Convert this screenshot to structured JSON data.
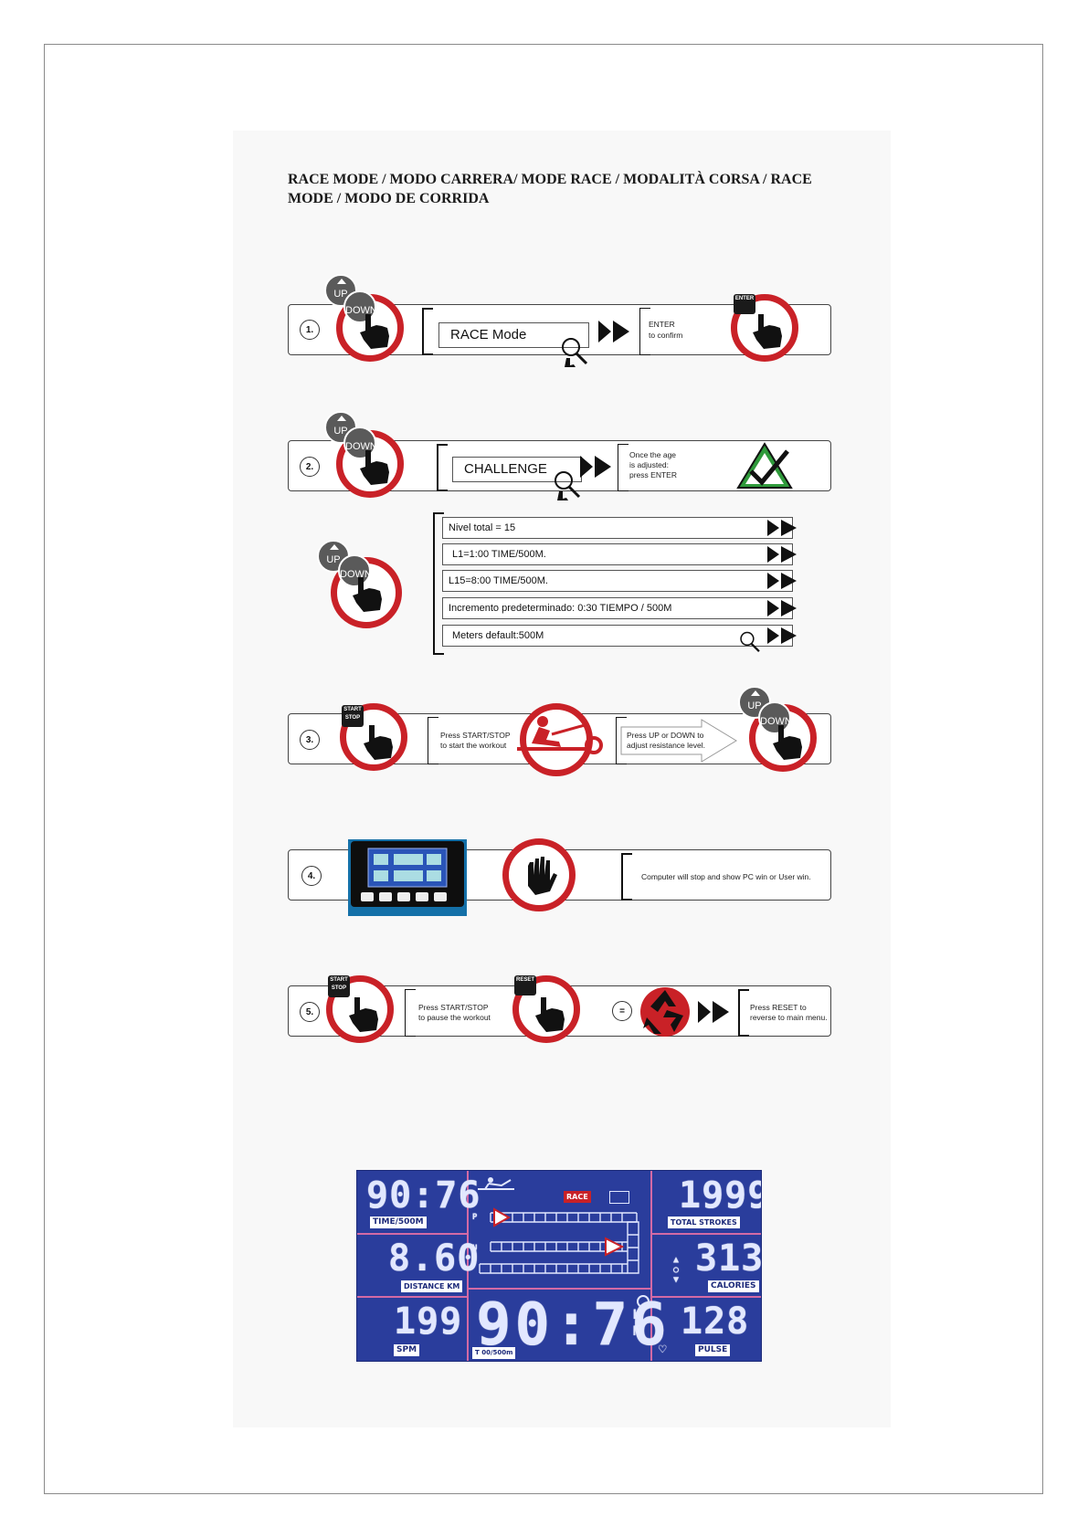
{
  "title": "RACE MODE  / MODO  CARRERA/ MODE RACE / MODALITÀ CORSA / RACE MODE / MODO DE CORRIDA",
  "icons": {
    "up": "UP",
    "down": "DOWN",
    "enter": "ENTER",
    "start": "START",
    "stop": "STOP",
    "reset": "RESET"
  },
  "step1": {
    "num": "1.",
    "display": "RACE Mode",
    "note_line1": "ENTER",
    "note_line2": "to confirm"
  },
  "step2": {
    "num": "2.",
    "display": "CHALLENGE",
    "note_line1": "Once the age",
    "note_line2": "is adjusted:",
    "note_line3": "press ENTER",
    "list": [
      "Nivel total = 15",
      "L1=1:00 TIME/500M.",
      "L15=8:00 TIME/500M.",
      "Incremento predeterminado: 0:30 TIEMPO / 500M",
      "Meters default:500M"
    ]
  },
  "step3": {
    "num": "3.",
    "note_a1": "Press START/STOP",
    "note_a2": "to start the workout",
    "note_b1": "Press UP or DOWN to",
    "note_b2": "adjust resistance level."
  },
  "step4": {
    "num": "4.",
    "note": "Computer will stop and show PC win or User win."
  },
  "step5": {
    "num": "5.",
    "note_a1": "Press START/STOP",
    "note_a2": "to pause the workout",
    "note_b1": "Press RESET to",
    "note_b2": "reverse to main menu."
  },
  "lcd": {
    "time": "90:76",
    "time_label": "TIME/500M",
    "distance": "8.60",
    "distance_label": "DISTANCE KM",
    "spm": "199",
    "spm_label": "SPM",
    "big": "90:76",
    "unit1": "K",
    "unit2": "M",
    "big_label": "T 00/500m",
    "strokes": "1999",
    "strokes_label": "TOTAL STROKES",
    "calories": "313",
    "calories_label": "CALORIES",
    "pulse": "128",
    "pulse_label": "PULSE",
    "race_label": "RACE",
    "p_label": "P",
    "u_label": "U"
  },
  "colors": {
    "ring": "#c92127",
    "lcd_bg": "#2a3d9c",
    "divider": "#d36aa5",
    "check_green": "#2e9a3a"
  }
}
